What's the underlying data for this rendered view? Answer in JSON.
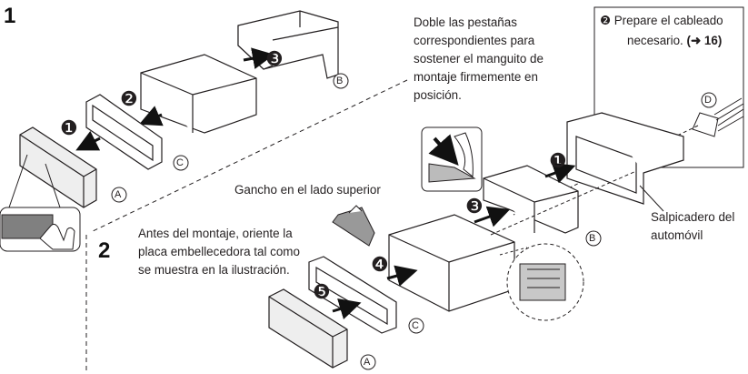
{
  "steps": {
    "one": "1",
    "two": "2"
  },
  "markers": {
    "n1": "❶",
    "n2": "❷",
    "n3": "❸",
    "n4": "❹",
    "n5": "❺",
    "a": "A",
    "b": "B",
    "c": "C",
    "d": "D"
  },
  "callouts": {
    "bend": [
      "Doble las pestañas",
      "correspondientes para",
      "sostener el manguito de",
      "montaje firmemente en",
      "posición."
    ],
    "wiring_line1": "Prepare el cableado",
    "wiring_line2": "necesario.",
    "wiring_ref": "(➜ 16)",
    "hook": "Gancho en el lado superior",
    "orient": [
      "Antes del montaje, oriente la",
      "placa embellecedora tal como",
      "se muestra en la ilustración."
    ],
    "dashboard": [
      "Salpicadero del",
      "automóvil"
    ]
  },
  "colors": {
    "line": "#231f20",
    "grey": "#7a7a7a",
    "light": "#d9d9d9"
  }
}
